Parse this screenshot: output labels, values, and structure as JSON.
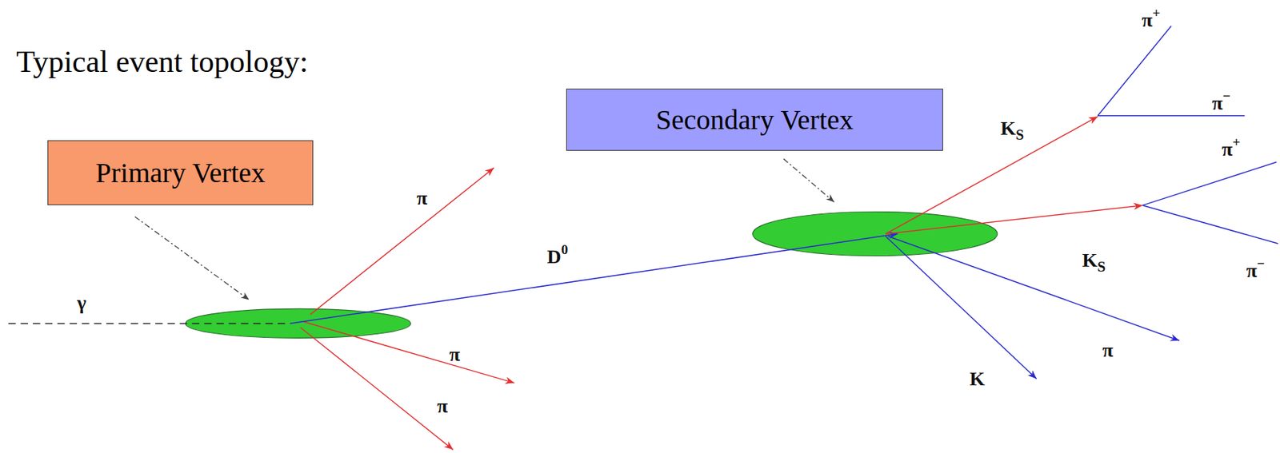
{
  "diagram": {
    "title": "Typical event topology:",
    "nodes": [
      {
        "text": [
          "Primary Vertex"
        ]
      },
      {
        "text": [
          "Secondary Vertex"
        ]
      }
    ],
    "labels": [
      "γ",
      "π",
      "D0",
      "π",
      "π",
      "π+",
      "KS",
      "π−",
      "π+",
      "KS",
      "π−",
      "π",
      "K"
    ]
  }
}
